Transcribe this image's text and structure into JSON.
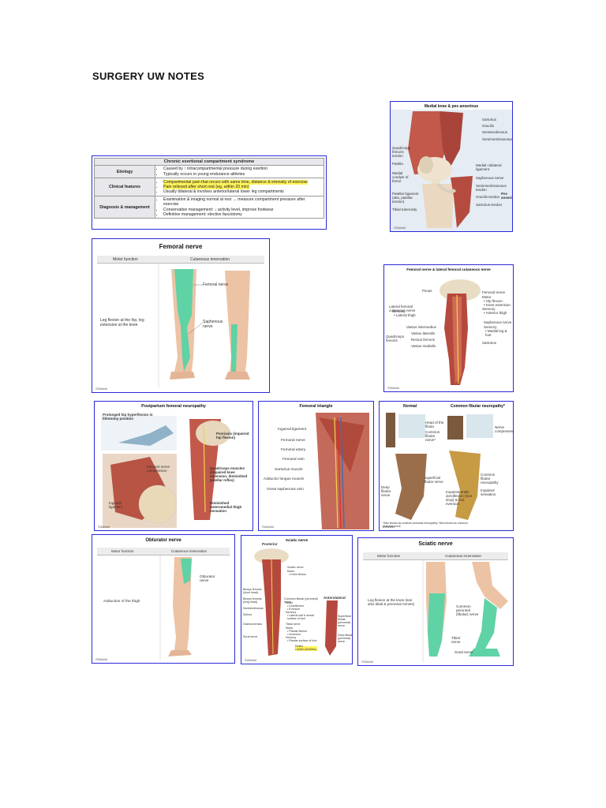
{
  "document": {
    "title": "SURGERY UW NOTES"
  },
  "ces_table": {
    "title": "Chronic exertional compartment syndrome",
    "rows": [
      {
        "header": "Etiology",
        "items": [
          {
            "text": "Caused by ↑ intracompartmental pressure during exertion",
            "highlight": false
          },
          {
            "text": "Typically occurs in young endurance athletes",
            "highlight": false
          }
        ]
      },
      {
        "header": "Clinical features",
        "items": [
          {
            "text": "Compartmental pain that recurs with same time, distance & intensity of exercise",
            "highlight": true
          },
          {
            "text": "Pain relieved after short rest (eg, within 20 min)",
            "highlight": true
          },
          {
            "text": "Usually bilateral & involves anterior/lateral lower leg compartments",
            "highlight": false
          }
        ]
      },
      {
        "header": "Diagnosis & management",
        "items": [
          {
            "text": "Examination & imaging normal at rest → measure compartment pressure after exercise",
            "highlight": false
          },
          {
            "text": "Conservative management: ↓ activity level, improve footwear",
            "highlight": false
          },
          {
            "text": "Definitive management: elective fasciotomy",
            "highlight": false
          }
        ]
      }
    ]
  },
  "knee": {
    "title": "Medial knee & pes anserinus",
    "labels": [
      "Sartorius",
      "Gracilis",
      "Semitendinosus",
      "Semimembranosus",
      "Quadriceps femoris tendon",
      "Patella",
      "Medial collateral ligament",
      "Medial condyle of femur",
      "Saphenous nerve",
      "Semimembranosus tendon",
      "Patellar ligament (aka, patellar tendon)",
      "Gracilis tendon",
      "Pes anserinus",
      "Tibial tuberosity",
      "Sartorius tendon"
    ],
    "footer": "©UWorld"
  },
  "femoral_nerve": {
    "title": "Femoral nerve",
    "col_motor": "Motor function",
    "col_cutaneous": "Cutaneous innervation",
    "motor": "Leg flexion at the hip, leg extension at the knee",
    "label_femoral": "Femoral nerve",
    "label_saphenous": "Saphenous nerve",
    "footer": "©UWorld"
  },
  "lfcn": {
    "title": "Femoral nerve & lateral femoral cutaneous nerve",
    "labels": [
      "Psoas",
      "Femoral nerve",
      "Motor",
      "• Hip flexion",
      "• Knee extension",
      "Sensory",
      "• Anterior thigh",
      "Lateral femoral cutaneous nerve",
      "Sensory",
      "• Lateral thigh",
      "Vastus intermedius",
      "Vastus lateralis",
      "Quadriceps femoris",
      "Rectus femoris",
      "Vastus medialis",
      "Saphenous nerve",
      "Sensory",
      "• Medial leg & foot",
      "Sartorius"
    ],
    "footer": "©UWorld"
  },
  "postpartum": {
    "title": "Postpartum femoral neuropathy",
    "labels": [
      "Prolonged hip hyperflexion in lithotomy position",
      "Psoriasis (impaired hip flexion)",
      "Femoral nerve compression",
      "Quadriceps muscles (impaired knee extension, diminished patellar reflex)",
      "Inguinal ligament",
      "Diminished anteromedial thigh sensation"
    ],
    "footer": "©UWorld"
  },
  "femoral_triangle": {
    "title": "Femoral triangle",
    "labels": [
      "Inguinal ligament",
      "Femoral nerve",
      "Femoral artery",
      "Femoral vein",
      "Sartorius muscle",
      "Adductor longus muscle",
      "Great saphenous vein"
    ],
    "footer": "©UWorld"
  },
  "fibular": {
    "title_normal": "Normal",
    "title_neuro": "Common fibular neuropathy*",
    "labels": [
      "Head of the fibula",
      "Common fibular nerve*",
      "Nerve compressed",
      "Superficial fibular nerve",
      "Deep fibular nerve",
      "Common fibular neuropathy",
      "Impaired ankle dorsiflexion (foot drop) & foot eversion",
      "Impaired sensation"
    ],
    "note": "*Also known as common peroneal neuropathy. *Also known as common peroneal nerve.",
    "footer": "©UWorld"
  },
  "obturator": {
    "title": "Obturator nerve",
    "col_motor": "Motor function",
    "col_cutaneous": "Cutaneous innervation",
    "motor": "Adduction of the thigh",
    "label": "Obturator nerve",
    "footer": "©UWorld"
  },
  "sciatic_anat": {
    "title": "Sciatic nerve",
    "view_posterior": "Posterior",
    "view_anterolateral": "Anterolateral",
    "labels": [
      "Sciatic nerve",
      "Motor",
      "• Knee flexion",
      "Biceps femoris (short head)",
      "Biceps femoris (long head)",
      "Semitendinosus",
      "Soleus",
      "Common fibular (peroneal) nerve",
      "Motor",
      "• Dorsiflexion",
      "• Eversion",
      "Sensory",
      "• Lateral calf & dorsal surface of foot",
      "Tibial nerve",
      "Motor",
      "• Plantar flexion",
      "• Inversion",
      "Sensory",
      "• Plantar surface of foot",
      "Reflex",
      "• Ankle (Achilles)",
      "Gastrocnemius",
      "Sural nerve",
      "Superficial fibular (peroneal) nerve",
      "Deep fibular (peroneal) nerve"
    ],
    "footer": "©UWorld"
  },
  "sciatic": {
    "title": "Sciatic nerve",
    "col_motor": "Motor function",
    "col_cutaneous": "Cutaneous innervation",
    "motor": "Leg flexion at the knee (see also tibial & peroneal nerves)",
    "label_common": "Common peroneal (fibular) nerve",
    "label_tibial": "Tibial nerve",
    "label_sural": "Sural nerve",
    "footer": "©UWorld"
  },
  "colors": {
    "border": "#2a2ad8",
    "highlight": "#fff35a",
    "nerve_zone": "#5fd2a6",
    "muscle": "#b6493d",
    "skin": "#e8b797"
  }
}
